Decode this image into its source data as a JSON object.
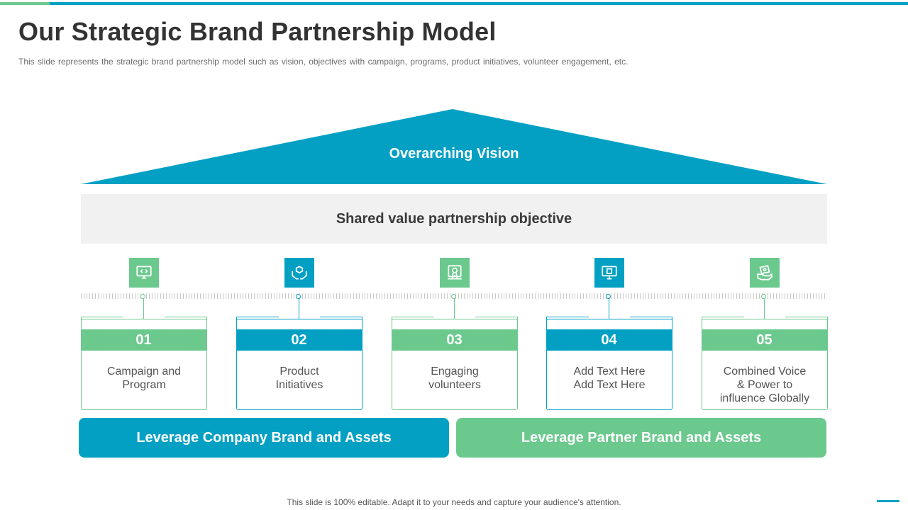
{
  "title": "Our Strategic Brand Partnership Model",
  "subtitle": "This slide represents the strategic brand partnership model such as vision, objectives with campaign, programs, product initiatives, volunteer engagement, etc.",
  "roof": {
    "label": "Overarching Vision"
  },
  "band": {
    "label": "Shared value partnership objective"
  },
  "colors": {
    "blue": "#04a0c4",
    "green": "#6cc98e",
    "band": "#f1f1f1",
    "title": "#333333"
  },
  "pillars": [
    {
      "number": "01",
      "text": "Campaign and\nProgram",
      "color": "green",
      "icon": "monitor-code-icon"
    },
    {
      "number": "02",
      "text": "Product\nInitiatives",
      "color": "blue",
      "icon": "hands-box-icon"
    },
    {
      "number": "03",
      "text": "Engaging\nvolunteers",
      "color": "green",
      "icon": "certificate-icon"
    },
    {
      "number": "04",
      "text": "Add Text Here\nAdd Text Here",
      "color": "blue",
      "icon": "computer-screen-icon"
    },
    {
      "number": "05",
      "text": "Combined Voice\n& Power to\ninfluence Globally",
      "color": "green",
      "icon": "money-hand-icon"
    }
  ],
  "footers": [
    {
      "label": "Leverage Company Brand and Assets",
      "color": "blue"
    },
    {
      "label": "Leverage Partner Brand and Assets",
      "color": "green"
    }
  ],
  "footer_note": "This slide is 100% editable. Adapt it to your needs and capture your audience's attention."
}
